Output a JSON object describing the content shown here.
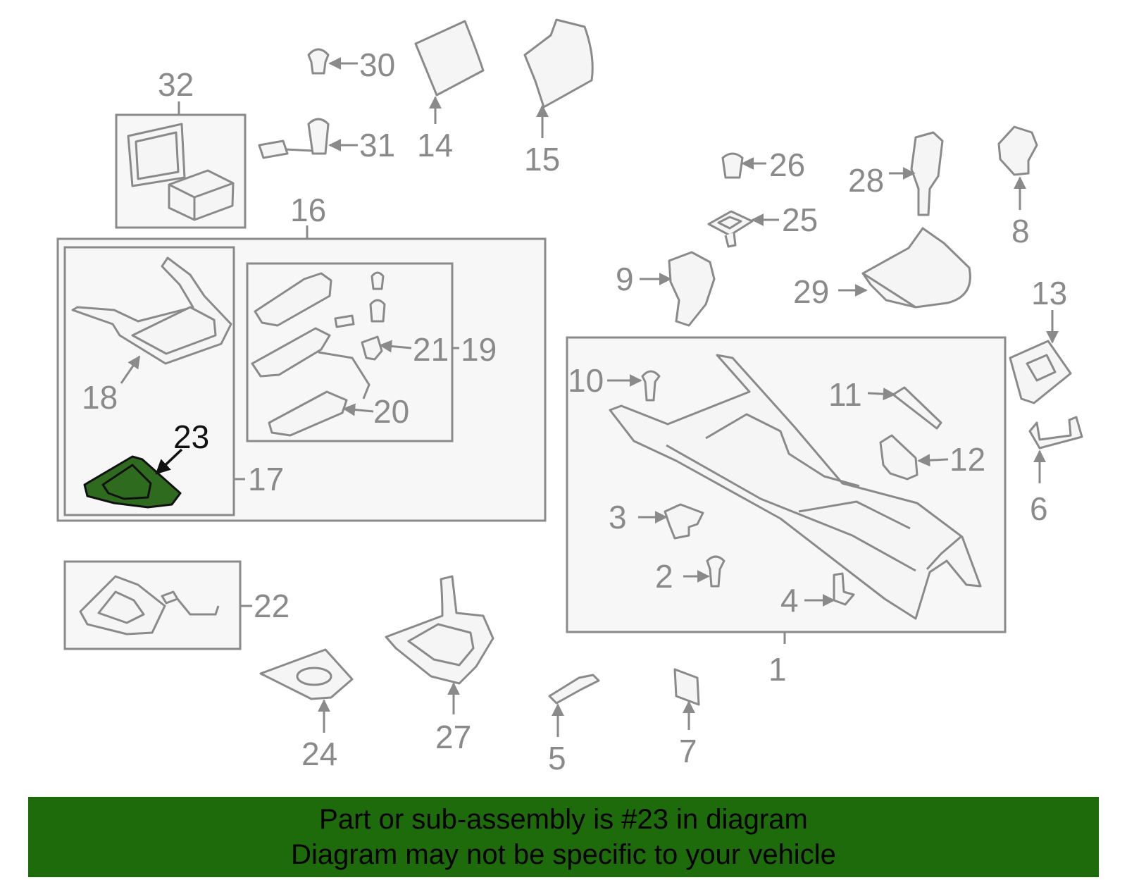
{
  "diagram": {
    "highlighted_part": "23",
    "highlight_color": "#2f6b1f",
    "line_color": "#8a8a8a",
    "callouts": [
      "1",
      "2",
      "3",
      "4",
      "5",
      "6",
      "7",
      "8",
      "9",
      "10",
      "11",
      "12",
      "13",
      "14",
      "15",
      "16",
      "17",
      "18",
      "19",
      "20",
      "21",
      "22",
      "23",
      "24",
      "25",
      "26",
      "27",
      "28",
      "29",
      "30",
      "31",
      "32"
    ]
  },
  "banner": {
    "line1": "Part or sub-assembly is #23 in diagram",
    "line2": "Diagram may not be specific to your vehicle",
    "background": "#1e6b0c"
  }
}
